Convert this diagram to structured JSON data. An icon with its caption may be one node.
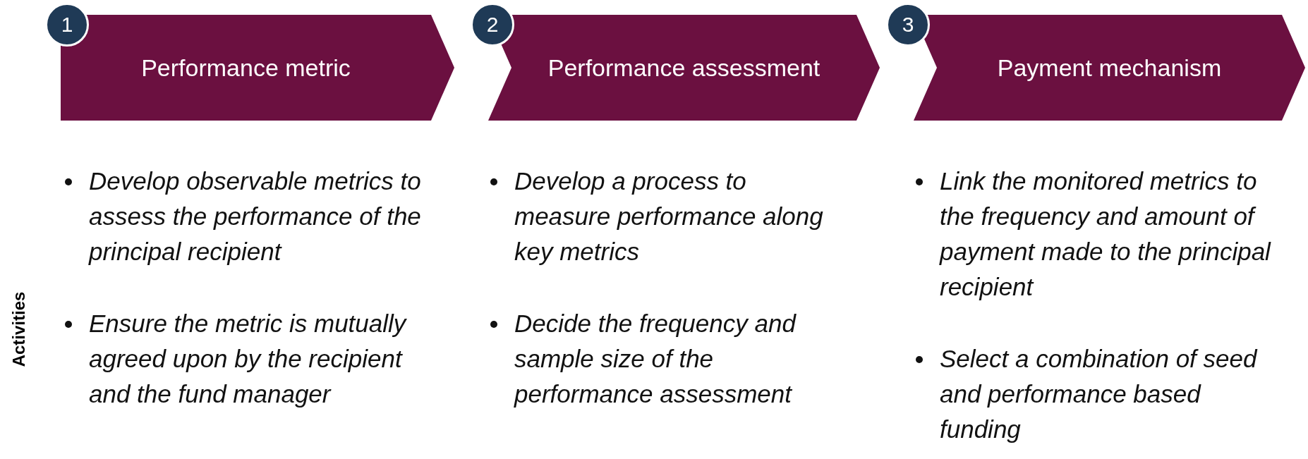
{
  "diagram": {
    "nodes": [
      {
        "text": [
          "1"
        ]
      },
      {
        "text": [
          "Performance metric"
        ],
        "beside": [
          "Develop observable metrics to assess the performance of the principal recipient",
          "Ensure the metric is mutually agreed upon by the recipient and the fund manager"
        ]
      },
      {
        "text": [
          "2"
        ]
      },
      {
        "text": [
          "Performance assessment"
        ],
        "beside": [
          "Develop a process to measure performance along key metrics",
          "Decide the frequency and sample size of the performance assessment"
        ]
      },
      {
        "text": [
          "3"
        ]
      },
      {
        "text": [
          "Payment mechanism"
        ],
        "beside": [
          "Link the monitored metrics to the frequency and amount of payment made to the principal recipient",
          "Select a combination of seed and performance based funding"
        ]
      }
    ],
    "labels": [
      "Activities"
    ]
  }
}
